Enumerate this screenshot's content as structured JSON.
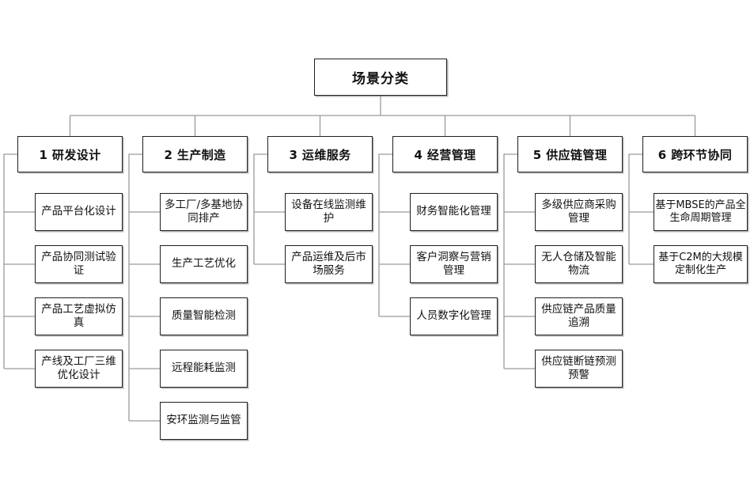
{
  "diagram": {
    "title": "场景分类",
    "root": {
      "label": "场景分类"
    },
    "categories": [
      {
        "id": "cat-1",
        "label": "1 研发设计",
        "leaves": [
          {
            "label": "产品平台化设计"
          },
          {
            "label": "产品协同测试验证"
          },
          {
            "label": "产品工艺虚拟仿真"
          },
          {
            "label": "产线及工厂三维优化设计"
          }
        ]
      },
      {
        "id": "cat-2",
        "label": "2 生产制造",
        "leaves": [
          {
            "label": "多工厂/多基地协同排产"
          },
          {
            "label": "生产工艺优化"
          },
          {
            "label": "质量智能检测"
          },
          {
            "label": "远程能耗监测"
          },
          {
            "label": "安环监测与监管"
          }
        ]
      },
      {
        "id": "cat-3",
        "label": "3 运维服务",
        "leaves": [
          {
            "label": "设备在线监测维护"
          },
          {
            "label": "产品运维及后市场服务"
          }
        ]
      },
      {
        "id": "cat-4",
        "label": "4 经营管理",
        "leaves": [
          {
            "label": "财务智能化管理"
          },
          {
            "label": "客户洞察与营销管理"
          },
          {
            "label": "人员数字化管理"
          }
        ]
      },
      {
        "id": "cat-5",
        "label": "5 供应链管理",
        "leaves": [
          {
            "label": "多级供应商采购管理"
          },
          {
            "label": "无人仓储及智能物流"
          },
          {
            "label": "供应链产品质量追溯"
          },
          {
            "label": "供应链断链预测预警"
          }
        ]
      },
      {
        "id": "cat-6",
        "label": "6 跨环节协同",
        "leaves": [
          {
            "label": "基于MBSE的产品全生命周期管理"
          },
          {
            "label": "基于C2M的大规模定制化生产"
          }
        ]
      }
    ],
    "colors": {
      "background": "#ffffff",
      "box_border": "#1f1f1f",
      "box_fill": "#ffffff",
      "text": "#111111",
      "connector": "#9a9a9a",
      "shadow": "#787878"
    }
  }
}
